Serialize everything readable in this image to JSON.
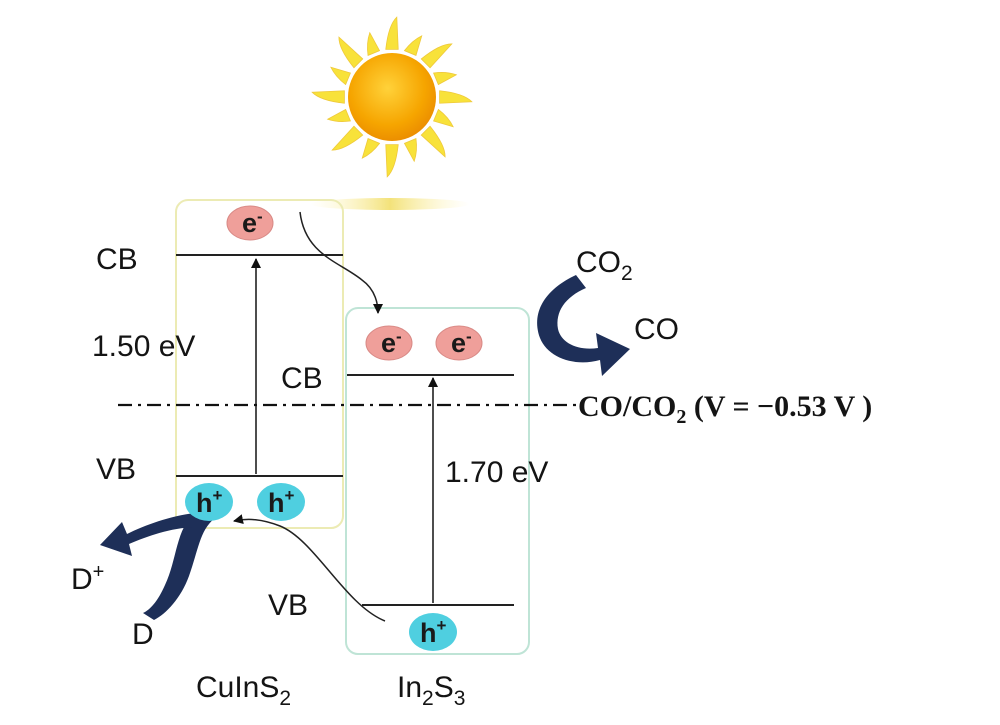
{
  "diagram": {
    "cuins2": {
      "material": "CuInS",
      "material_sub": "2",
      "cb_label": "CB",
      "vb_label": "VB",
      "band_gap": "1.50 eV",
      "electron": {
        "symbol": "e",
        "sup": "-"
      },
      "holes": [
        {
          "symbol": "h",
          "sup": "+"
        },
        {
          "symbol": "h",
          "sup": "+"
        }
      ]
    },
    "in2s3": {
      "material_a": "In",
      "material_a_sub": "2",
      "material_b": "S",
      "material_b_sub": "3",
      "cb_label": "CB",
      "vb_label": "VB",
      "band_gap": "1.70 eV",
      "electrons": [
        {
          "symbol": "e",
          "sup": "-"
        },
        {
          "symbol": "e",
          "sup": "-"
        }
      ],
      "hole": {
        "symbol": "h",
        "sup": "+"
      }
    },
    "reduction": {
      "reactant": "CO",
      "reactant_sub": "2",
      "product": "CO"
    },
    "oxidation": {
      "reactant": "D",
      "product": "D",
      "product_sup": "+"
    },
    "potential_line": {
      "text_a": "CO/CO",
      "text_sub": "2",
      "text_b": " (V = −0.53 V )"
    },
    "colors": {
      "electron_fill": "#ef9f9a",
      "hole_fill": "#4fcfe0",
      "cuins2_box": "#ecebb4",
      "in2s3_box": "#bfe4d6",
      "curved_arrow": "#1e2f58",
      "sun_core": "#f6a500",
      "sun_rays": "#f8e23a"
    }
  }
}
